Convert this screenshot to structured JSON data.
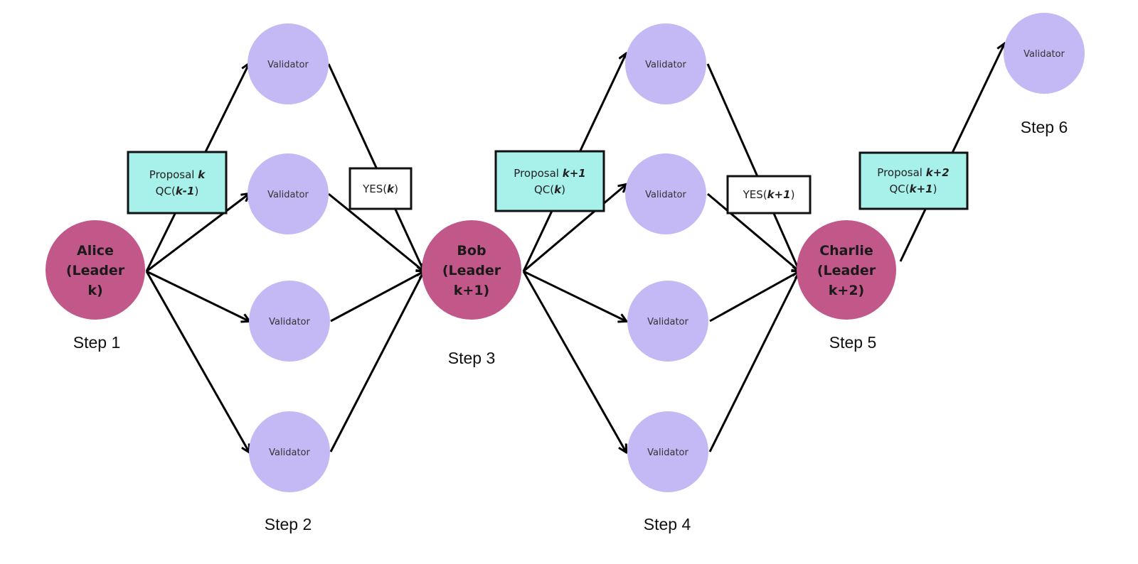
{
  "leaders": [
    {
      "id": "alice",
      "lines": [
        "Alice",
        "(Leader",
        "k)"
      ]
    },
    {
      "id": "bob",
      "lines": [
        "Bob",
        "(Leader",
        "k+1)"
      ]
    },
    {
      "id": "charlie",
      "lines": [
        "Charlie",
        "(Leader",
        "k+2)"
      ]
    }
  ],
  "validator_label": "Validator",
  "steps": [
    "Step 1",
    "Step 2",
    "Step 3",
    "Step 4",
    "Step 5",
    "Step 6"
  ],
  "proposals": [
    {
      "prefix": "Proposal ",
      "k": "k",
      "qc_prefix": "QC(",
      "qc": "k-1",
      "qc_suffix": ")"
    },
    {
      "prefix": "Proposal ",
      "k": "k+1",
      "qc_prefix": "QC(",
      "qc": "k",
      "qc_suffix": ")"
    },
    {
      "prefix": "Proposal ",
      "k": "k+2",
      "qc_prefix": "QC(",
      "qc": "k+1",
      "qc_suffix": ")"
    }
  ],
  "votes": [
    {
      "prefix": "YES(",
      "k": "k",
      "suffix": ")"
    },
    {
      "prefix": "YES(",
      "k": "k+1",
      "suffix": ")"
    }
  ],
  "colors": {
    "leader": "#c2578a",
    "validator": "#c4b9f5",
    "proposal_box": "#a8f0ea",
    "vote_box": "#ffffff",
    "edge": "#000000"
  }
}
